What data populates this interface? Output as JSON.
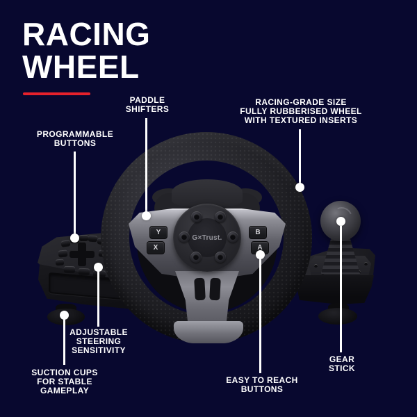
{
  "header": {
    "title_line1": "RACING",
    "title_line2": "WHEEL"
  },
  "product": {
    "hub_logo": "G×Trust.",
    "face_buttons": {
      "y": "Y",
      "x": "X",
      "b": "B",
      "a": "A"
    }
  },
  "callouts": {
    "paddle_shifters": {
      "lines": [
        "PADDLE",
        "SHIFTERS"
      ]
    },
    "racing_grade": {
      "lines": [
        "RACING-GRADE SIZE",
        "FULLY RUBBERISED WHEEL",
        "WITH TEXTURED INSERTS"
      ]
    },
    "programmable_buttons": {
      "lines": [
        "PROGRAMMABLE",
        "BUTTONS"
      ]
    },
    "adjustable_steering": {
      "lines": [
        "ADJUSTABLE",
        "STEERING",
        "SENSITIVITY"
      ]
    },
    "suction_cups": {
      "lines": [
        "SUCTION CUPS",
        "FOR STABLE",
        "GAMEPLAY"
      ]
    },
    "easy_reach": {
      "lines": [
        "EASY TO REACH",
        "BUTTONS"
      ]
    },
    "gear_stick": {
      "lines": [
        "GEAR",
        "STICK"
      ]
    }
  },
  "colors": {
    "background": "#08082f",
    "accent_red": "#e6212b",
    "text": "#ffffff",
    "hub_silver": "#8d8d95"
  }
}
